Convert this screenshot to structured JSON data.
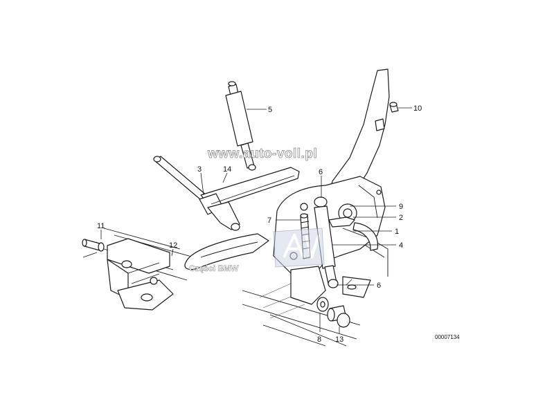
{
  "diagram": {
    "watermark_url": "www.auto-voll.pl",
    "watermark_brand": "Części BMW",
    "drawing_code": "00007134",
    "callouts": [
      {
        "id": "c1",
        "text": "1"
      },
      {
        "id": "c2",
        "text": "2"
      },
      {
        "id": "c3",
        "text": "3"
      },
      {
        "id": "c4",
        "text": "4"
      },
      {
        "id": "c5",
        "text": "5"
      },
      {
        "id": "c6a",
        "text": "6"
      },
      {
        "id": "c6b",
        "text": "6"
      },
      {
        "id": "c7",
        "text": "7"
      },
      {
        "id": "c8",
        "text": "8"
      },
      {
        "id": "c9",
        "text": "9"
      },
      {
        "id": "c10",
        "text": "10"
      },
      {
        "id": "c11",
        "text": "11"
      },
      {
        "id": "c12",
        "text": "12"
      },
      {
        "id": "c13",
        "text": "13"
      },
      {
        "id": "c14",
        "text": "14"
      }
    ]
  }
}
